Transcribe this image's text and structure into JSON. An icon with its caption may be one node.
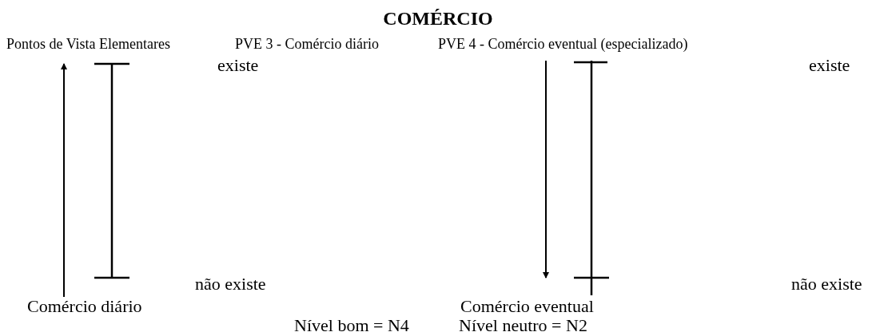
{
  "diagram": {
    "title": "COMÉRCIO",
    "labels": [
      "Pontos de Vista Elementares",
      "PVE 3 - Comércio diário",
      "PVE 4 - Comércio eventual (especializado)",
      "existe",
      "existe",
      "não existe",
      "não existe",
      "Comércio diário",
      "Comércio eventual",
      "Nível bom = N4",
      "Nível neutro = N2"
    ]
  }
}
